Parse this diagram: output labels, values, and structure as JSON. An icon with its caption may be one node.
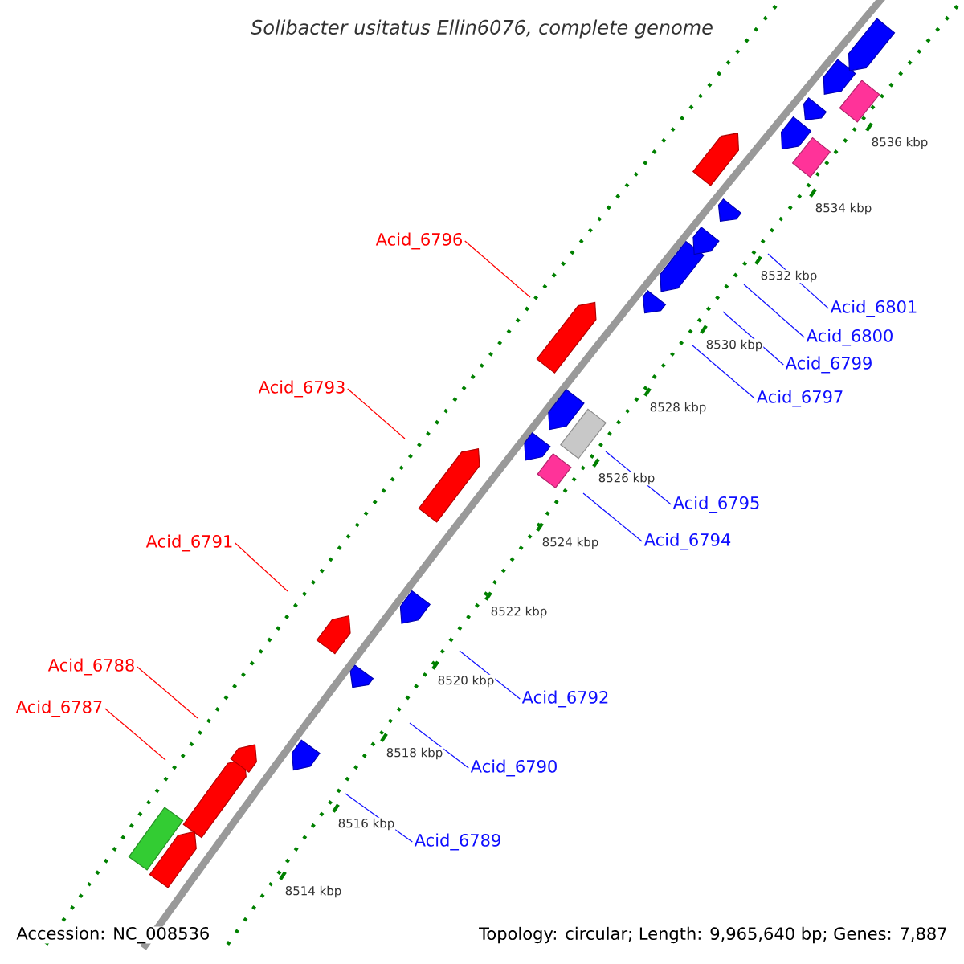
{
  "diagram": {
    "title": "Solibacter usitatus Ellin6076, complete genome",
    "nodes": [
      {
        "text": [
          "Acid_6796"
        ]
      },
      {
        "text": [
          "Acid_6801"
        ]
      },
      {
        "text": [
          "Acid_6800"
        ]
      },
      {
        "text": [
          "Acid_6799"
        ]
      },
      {
        "text": [
          "Acid_6793"
        ]
      },
      {
        "text": [
          "Acid_6797"
        ]
      },
      {
        "text": [
          "Acid_6795"
        ]
      },
      {
        "text": [
          "Acid_6794"
        ]
      },
      {
        "text": [
          "Acid_6791"
        ]
      },
      {
        "text": [
          "Acid_6788"
        ]
      },
      {
        "text": [
          "Acid_6792"
        ]
      },
      {
        "text": [
          "Acid_6787"
        ]
      },
      {
        "text": [
          "Acid_6790"
        ]
      },
      {
        "text": [
          "Acid_6789"
        ]
      }
    ],
    "edges": [
      {
        "from": 0,
        "to": null,
        "arrow": "none",
        "color": "#ff0000"
      },
      {
        "from": 1,
        "to": null,
        "arrow": "none"
      },
      {
        "from": 2,
        "to": null,
        "arrow": "none"
      },
      {
        "from": 3,
        "to": null,
        "arrow": "none"
      },
      {
        "from": 4,
        "to": null,
        "arrow": "none",
        "color": "#ff0000"
      },
      {
        "from": 5,
        "to": null,
        "arrow": "none"
      },
      {
        "from": 6,
        "to": null,
        "arrow": "none"
      },
      {
        "from": 7,
        "to": null,
        "arrow": "none"
      },
      {
        "from": 8,
        "to": null,
        "arrow": "none",
        "color": "#ff0000"
      },
      {
        "from": 9,
        "to": null,
        "arrow": "none",
        "color": "#ff0000"
      },
      {
        "from": 10,
        "to": null,
        "arrow": "none"
      },
      {
        "from": 11,
        "to": null,
        "arrow": "none",
        "color": "#ff0000"
      },
      {
        "from": 12,
        "to": null,
        "arrow": "none"
      },
      {
        "from": 13,
        "to": null,
        "arrow": "none"
      }
    ],
    "labels": [
      "8536 kbp",
      "8534 kbp",
      "8532 kbp",
      "8530 kbp",
      "8528 kbp",
      "8526 kbp",
      "8524 kbp",
      "8522 kbp",
      "8520 kbp",
      "8518 kbp",
      "8516 kbp",
      "8514 kbp",
      "Accession: NC_008536",
      "Topology: circular; Length: 9,965,640 bp; Genes: 7,887"
    ]
  }
}
